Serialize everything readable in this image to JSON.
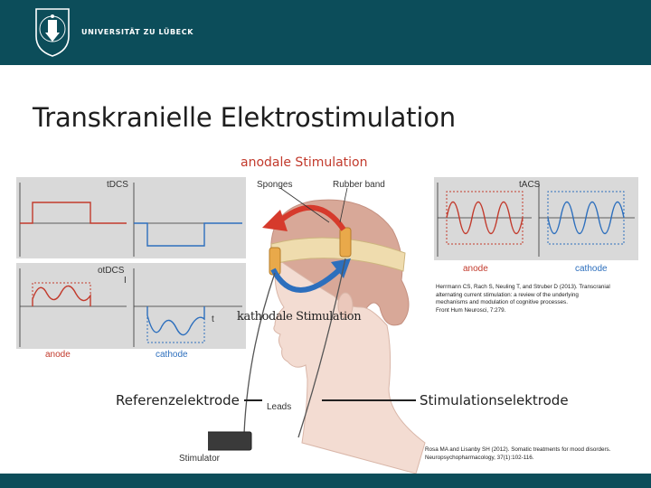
{
  "header": {
    "university": "UNIVERSITÄT ZU LÜBECK",
    "seal_icon": "university-seal-icon",
    "color": "#0c4d5a"
  },
  "slide": {
    "title": "Transkranielle Elektrostimulation"
  },
  "figure": {
    "anodal_title": "anodale Stimulation",
    "cathodal_label": "kathodale Stimulation",
    "sponges_label": "Sponges",
    "rubber_band_label": "Rubber band",
    "leads_label": "Leads",
    "stimulator_label": "Stimulator",
    "reference_electrode": "Referenzelektrode",
    "stimulation_electrode": "Stimulationselektrode",
    "tdcs": {
      "label": "tDCS",
      "anode_label": "anode",
      "cathode_label": "cathode"
    },
    "otdcs": {
      "label": "otDCS",
      "current_label": "I",
      "time_label": "t"
    },
    "tacs": {
      "label": "tACS",
      "anode_label": "anode",
      "cathode_label": "cathode"
    },
    "colors": {
      "anode": "#c23a2c",
      "cathode": "#2d6fbd",
      "panel": "#d9d9d9"
    }
  },
  "citations": {
    "herrmann": [
      "Herrmann CS, Rach S, Neuling T, and Struber D (2013). Transcranial",
      "alternating current stimulation: a review of the underlying",
      "mechanisms and modulation of cognitive processes.",
      "Front Hum Neurosci, 7:279."
    ],
    "rosa": [
      "Rosa MA and Lisanby SH (2012). Somatic treatments for mood disorders.",
      "Neuropsychopharmacology, 37(1):102-116."
    ]
  }
}
